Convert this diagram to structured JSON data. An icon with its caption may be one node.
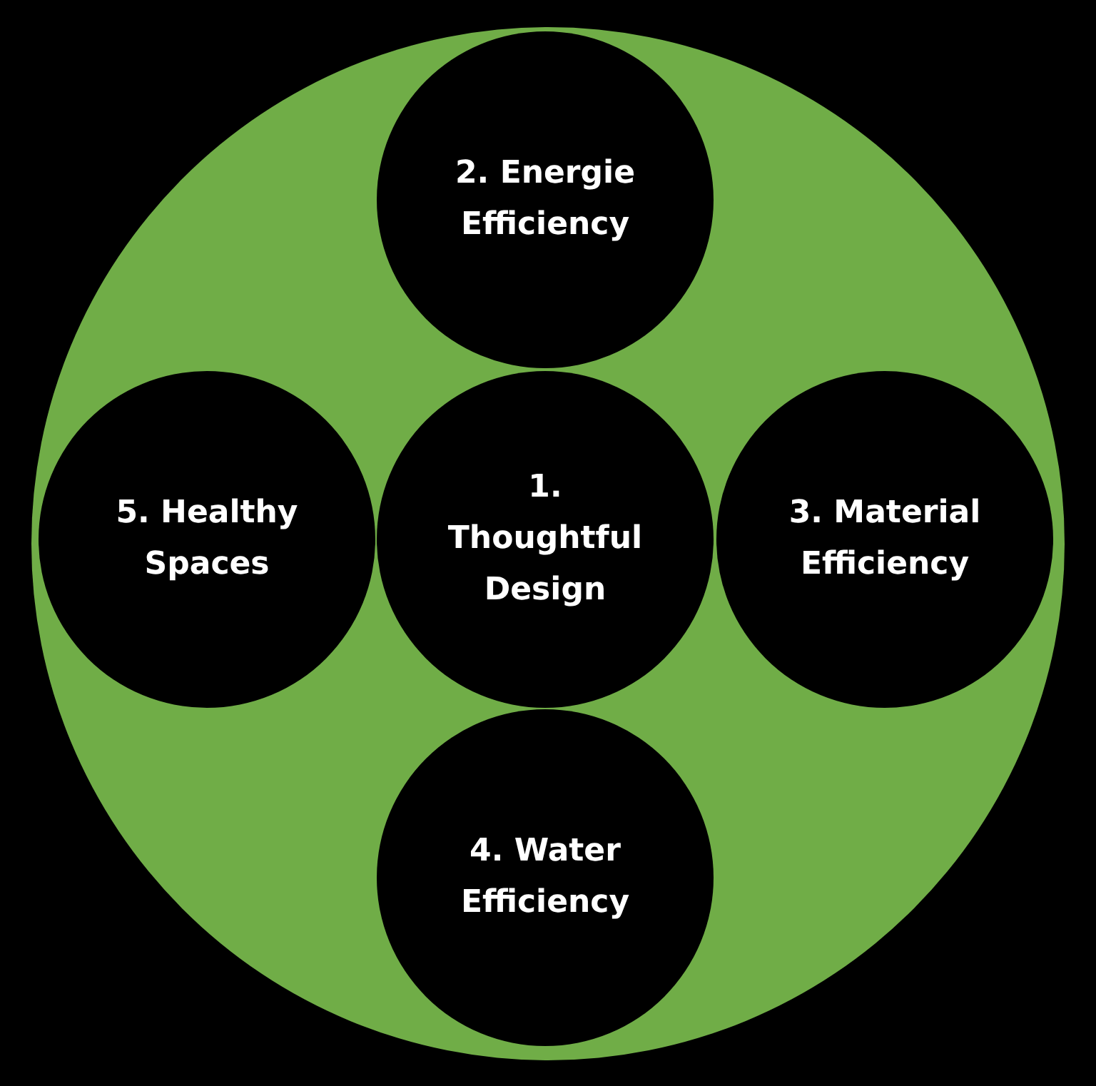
{
  "diagram": {
    "nodes": [
      {
        "text": [],
        "shape": "circle"
      },
      {
        "text": [
          "2. Energie Efficiency"
        ],
        "in": 0
      },
      {
        "text": [
          "5. Healthy Spaces"
        ],
        "in": 0
      },
      {
        "text": [
          "1. Thoughtful Design"
        ],
        "in": 0
      },
      {
        "text": [
          "3. Material Efficiency"
        ],
        "in": 0
      },
      {
        "text": [
          "4. Water Efficiency"
        ],
        "in": 0
      }
    ]
  }
}
